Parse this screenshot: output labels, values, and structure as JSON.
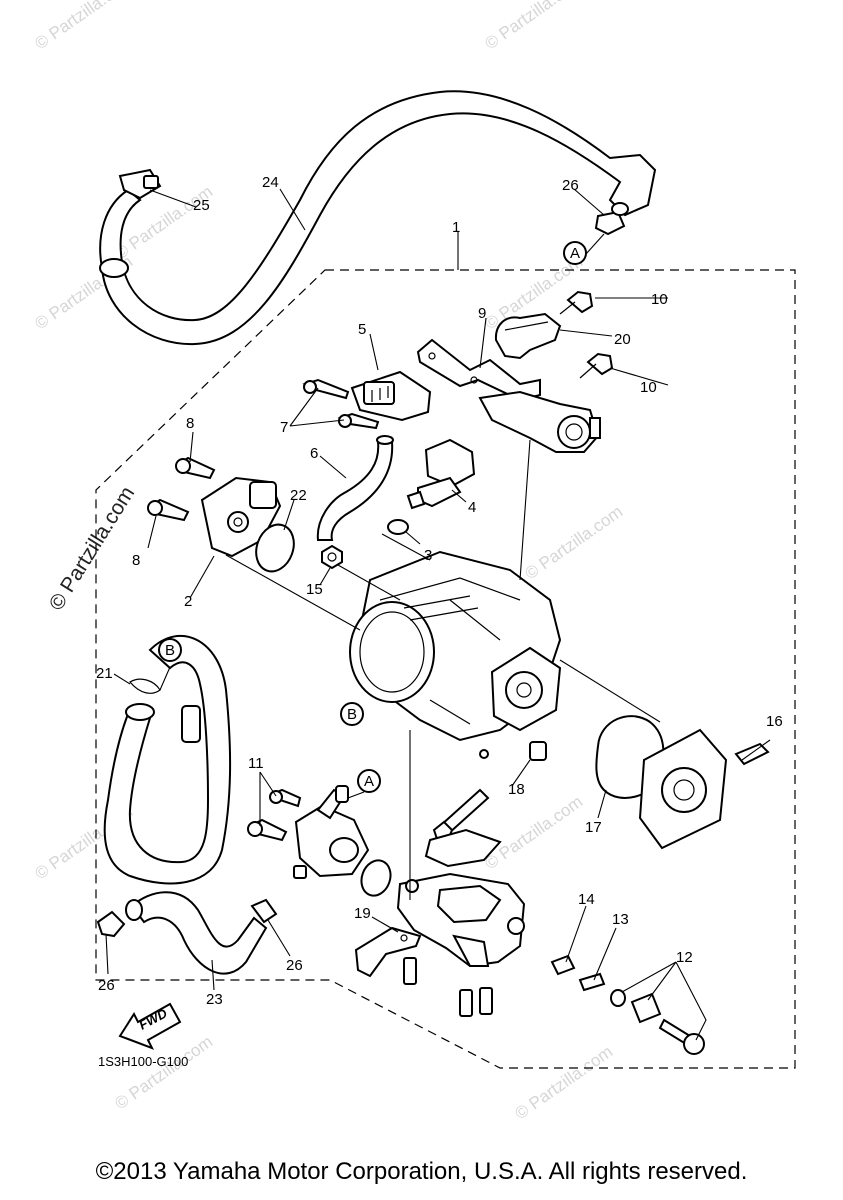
{
  "watermark": {
    "small": "© Partzilla.com",
    "big": "© Partzilla.com"
  },
  "callouts": {
    "p1": "1",
    "p2": "2",
    "p3": "3",
    "p4": "4",
    "p5": "5",
    "p6": "6",
    "p7": "7",
    "p8a": "8",
    "p8b": "8",
    "p9": "9",
    "p10a": "10",
    "p10b": "10",
    "p11": "11",
    "p12": "12",
    "p13": "13",
    "p14": "14",
    "p15": "15",
    "p16": "16",
    "p17": "17",
    "p18": "18",
    "p19": "19",
    "p20": "20",
    "p21": "21",
    "p22": "22",
    "p23": "23",
    "p24": "24",
    "p25": "25",
    "p26a": "26",
    "p26b": "26",
    "p26c": "26"
  },
  "connection_markers": {
    "a_top": "A",
    "a_mid": "A",
    "b_left": "B",
    "b_body": "B"
  },
  "fwd_label": "FWD",
  "diagram_code": "1S3H100-G100",
  "copyright": "©2013 Yamaha Motor Corporation, U.S.A. All rights reserved."
}
